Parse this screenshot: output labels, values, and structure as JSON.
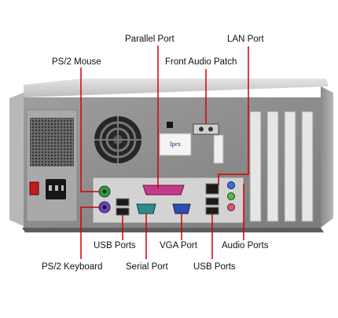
{
  "labels": {
    "parallel_port": "Parallel Port",
    "lan_port": "LAN Port",
    "ps2_mouse": "PS/2 Mouse",
    "front_audio_patch": "Front Audio Patch",
    "usb_ports_left": "USB Ports",
    "vga_port": "VGA Port",
    "audio_ports": "Audio Ports",
    "ps2_keyboard": "PS/2 Keyboard",
    "serial_port": "Serial Port",
    "usb_ports_bottom": "USB Ports"
  },
  "sticker": {
    "brand": "Ipex"
  },
  "colors": {
    "callout_line": "#d40000",
    "chassis": "#c9c9c9",
    "back_panel": "#8d8d8d"
  }
}
